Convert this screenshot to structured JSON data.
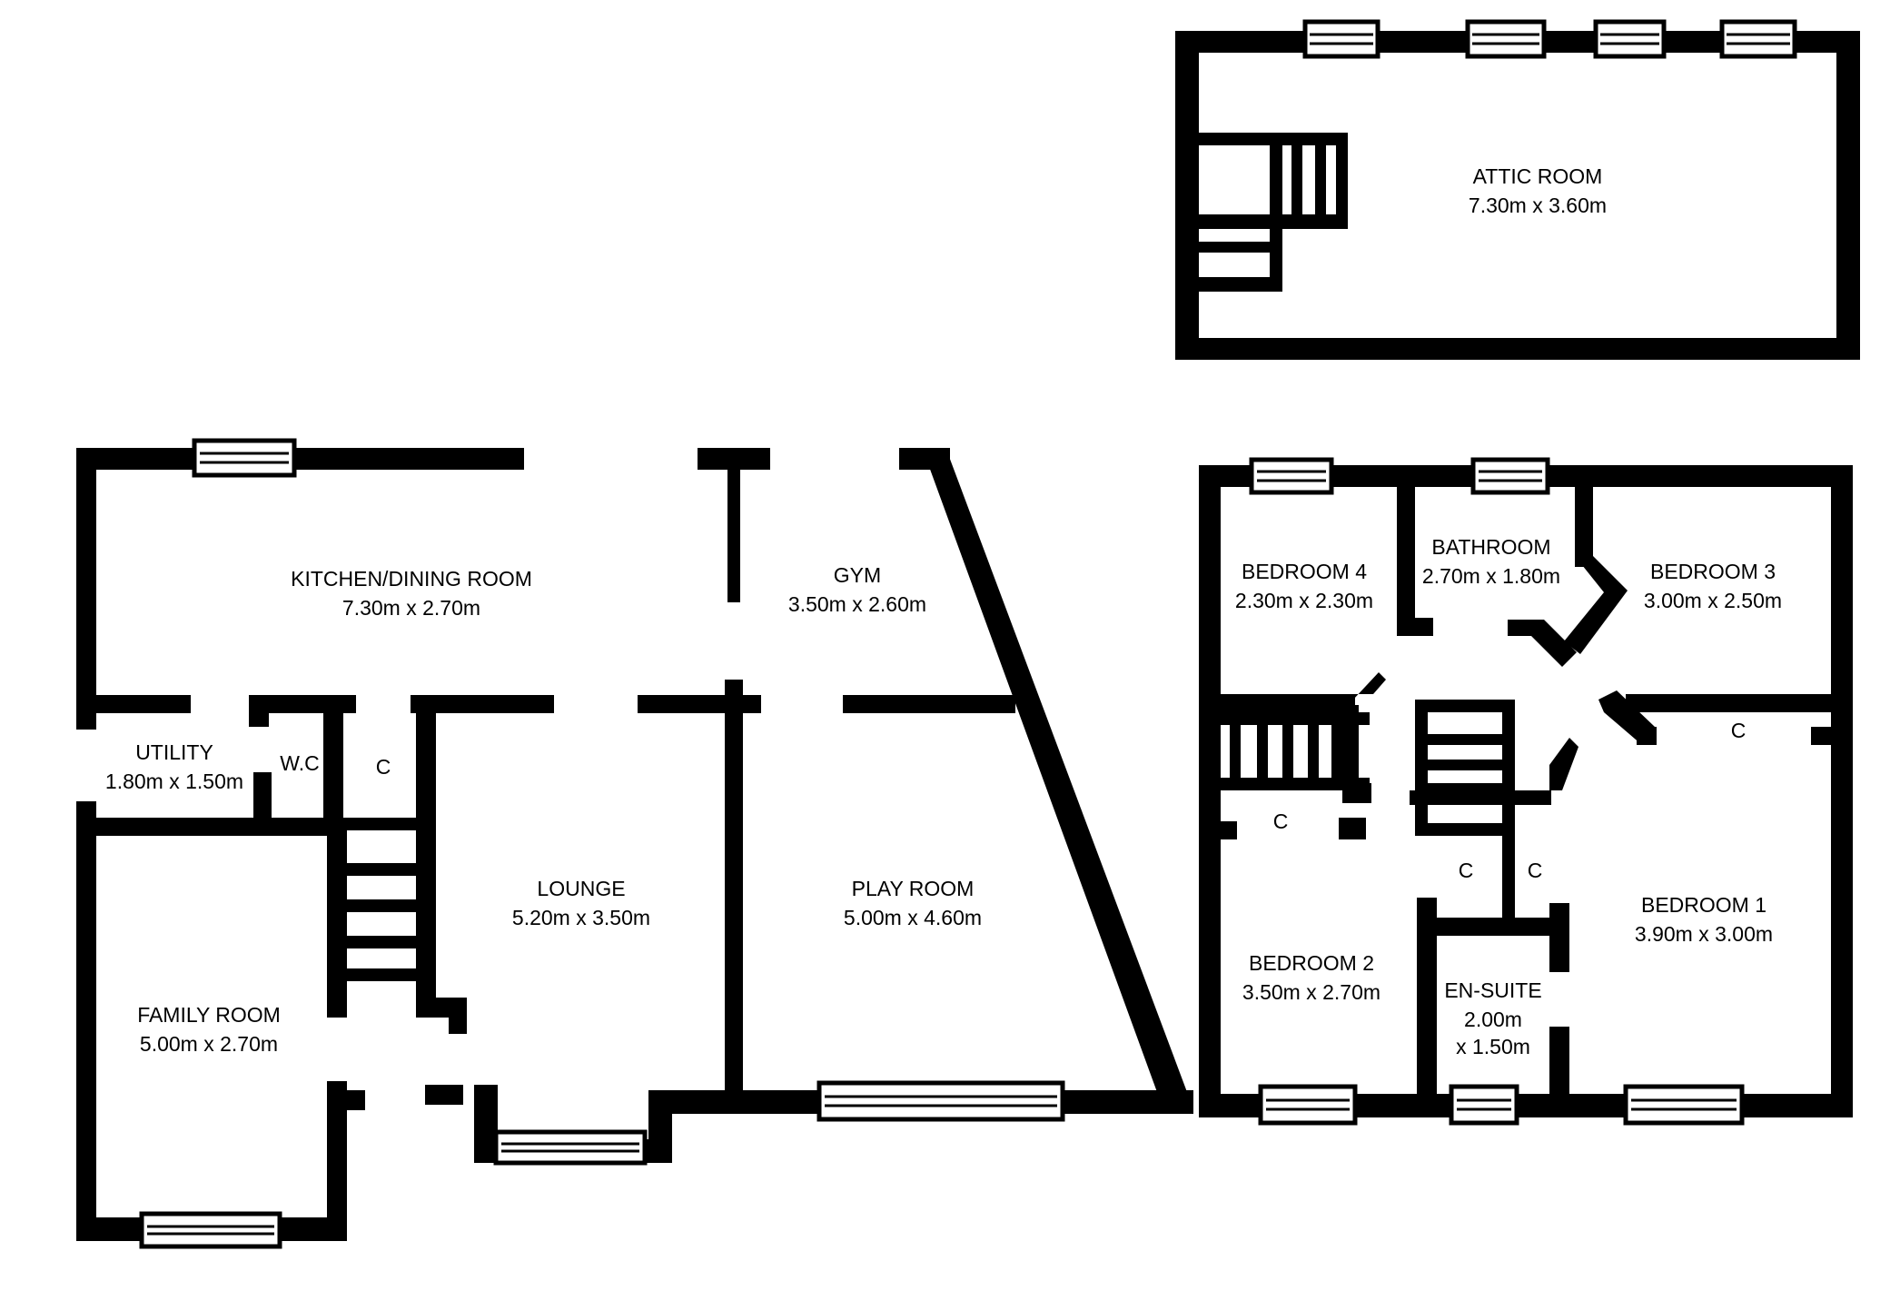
{
  "floors": {
    "ground": {
      "rooms": [
        {
          "id": "kitchen",
          "name": "KITCHEN/DINING ROOM",
          "size": "7.30m x 2.70m"
        },
        {
          "id": "gym",
          "name": "GYM",
          "size": "3.50m x 2.60m"
        },
        {
          "id": "utility",
          "name": "UTILITY",
          "size": "1.80m x 1.50m"
        },
        {
          "id": "wc",
          "name": "W.C",
          "size": ""
        },
        {
          "id": "cupboard",
          "name": "C",
          "size": ""
        },
        {
          "id": "lounge",
          "name": "LOUNGE",
          "size": "5.20m x 3.50m"
        },
        {
          "id": "playroom",
          "name": "PLAY ROOM",
          "size": "5.00m x 4.60m"
        },
        {
          "id": "family",
          "name": "FAMILY ROOM",
          "size": "5.00m x 2.70m"
        }
      ]
    },
    "first": {
      "rooms": [
        {
          "id": "bedroom4",
          "name": "BEDROOM 4",
          "size": "2.30m x 2.30m"
        },
        {
          "id": "bathroom",
          "name": "BATHROOM",
          "size": "2.70m x 1.80m"
        },
        {
          "id": "bedroom3",
          "name": "BEDROOM 3",
          "size": "3.00m x 2.50m"
        },
        {
          "id": "bedroom2",
          "name": "BEDROOM 2",
          "size": "3.50m x 2.70m"
        },
        {
          "id": "ensuite",
          "name": "EN-SUITE",
          "size_line1": "2.00m",
          "size_line2": "x 1.50m"
        },
        {
          "id": "bedroom1",
          "name": "BEDROOM 1",
          "size": "3.90m x 3.00m"
        }
      ],
      "cupboards": [
        "C",
        "C",
        "C",
        "C"
      ]
    },
    "attic": {
      "rooms": [
        {
          "id": "attic",
          "name": "ATTIC ROOM",
          "size": "7.30m x 3.60m"
        }
      ]
    }
  }
}
